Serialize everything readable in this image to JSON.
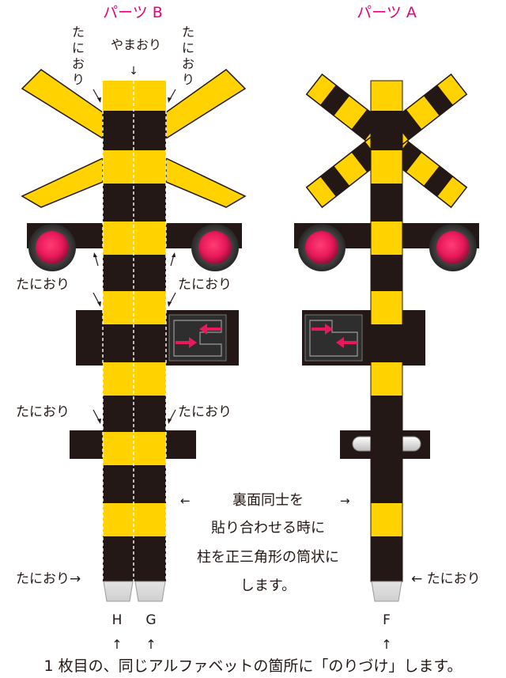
{
  "parts": {
    "b": {
      "title": "パーツ B"
    },
    "a": {
      "title": "パーツ A"
    }
  },
  "labels": {
    "valley_fold": "たにおり",
    "mountain_fold": "やまおり",
    "valley_fold_v": [
      "た",
      "に",
      "お",
      "り"
    ],
    "valley_fold_right_arrow": "たにおり→",
    "valley_fold_left_arrow": "← たにおり"
  },
  "note": {
    "line1_left_arrow": "←",
    "line1": "裏面同士を",
    "line1_right_arrow": "→",
    "line2": "貼り合わせる時に",
    "line3": "柱を正三角形の筒状に",
    "line4": "します。"
  },
  "tabs": {
    "h": "H",
    "g": "G",
    "f": "F"
  },
  "arrows": {
    "up": "↑",
    "down": "↓"
  },
  "footer": "1 枚目の、同じアルファベットの箇所に「のりづけ」します。",
  "colors": {
    "title": "#e6007e",
    "yellow": "#ffd200",
    "black": "#231815",
    "lamp": "#e8195a",
    "arrow_sign": "#e8195a"
  },
  "icons": [
    "railroad-crossbuck",
    "crossing-signal-lamp",
    "direction-arrow-sign",
    "lamp-bar"
  ]
}
